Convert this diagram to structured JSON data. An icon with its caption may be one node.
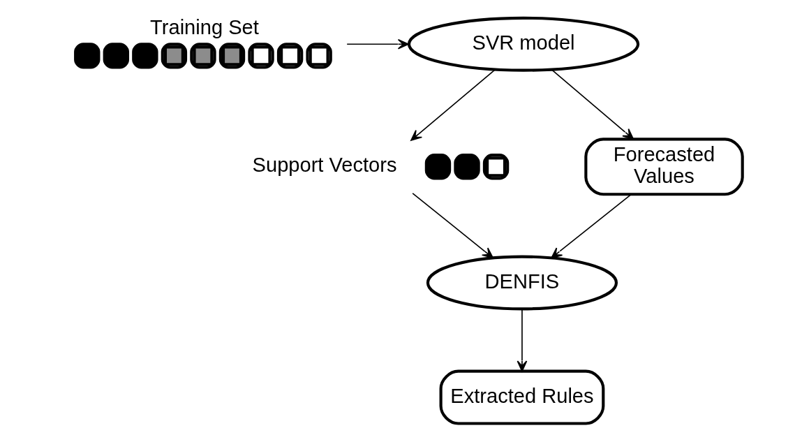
{
  "diagram": {
    "nodes": [
      {
        "text": [],
        "shape": "picture",
        "beside": [
          "Training Set"
        ]
      },
      {
        "text": [
          "SVR model"
        ]
      },
      {
        "text": [],
        "shape": "picture",
        "beside": [
          "Support Vectors"
        ]
      },
      {
        "text": [
          "Forecasted Values"
        ]
      },
      {
        "text": [
          "DENFIS"
        ]
      },
      {
        "text": [
          "Extracted Rules"
        ]
      }
    ],
    "edges": [
      {
        "from": 0,
        "to": 1,
        "arrow": "to"
      },
      {
        "from": 1,
        "to": 2,
        "arrow": "to"
      },
      {
        "from": 1,
        "to": 3,
        "arrow": "to"
      },
      {
        "from": 2,
        "to": 4,
        "arrow": "to"
      },
      {
        "from": 3,
        "to": 4,
        "arrow": "to"
      },
      {
        "from": 4,
        "to": 5,
        "arrow": "to"
      }
    ]
  }
}
